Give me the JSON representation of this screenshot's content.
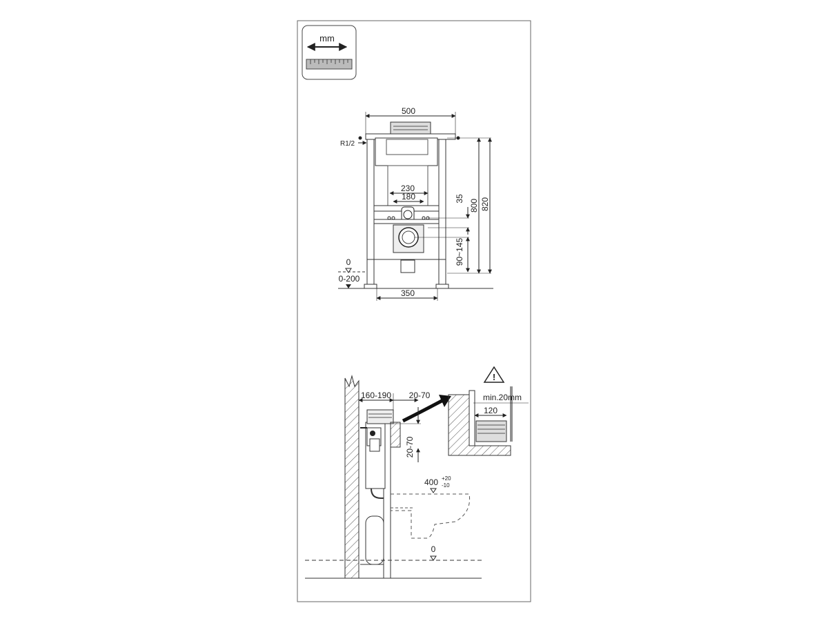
{
  "legend": {
    "unit_label": "mm"
  },
  "front_view": {
    "width_top": "500",
    "thread": "R1/2",
    "width_230": "230",
    "width_180": "180",
    "dim_35": "35",
    "height_800": "800",
    "height_820": "820",
    "range_90_145": "90~145",
    "level_zero": "0",
    "level_range": "0-200",
    "width_bottom": "350"
  },
  "side_view": {
    "depth_range": "160-190",
    "offset_range": "20-70",
    "vertical_offset": "20-70",
    "seat_height_base": "400",
    "seat_height_tol_plus": "+20",
    "seat_height_tol_minus": "-10",
    "floor_level": "0"
  },
  "detail": {
    "min_thickness": "min.20mm",
    "depth_120": "120"
  },
  "colors": {
    "line": "#222222",
    "frame": "#666666"
  }
}
